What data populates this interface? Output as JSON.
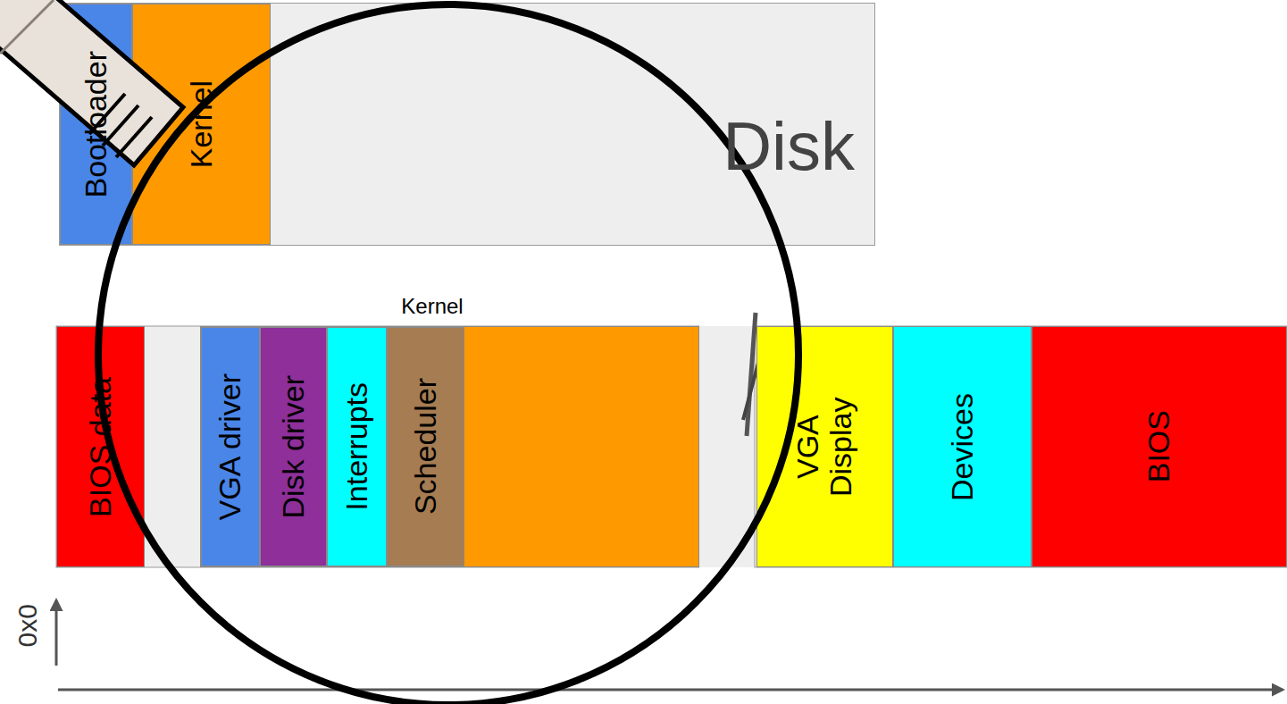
{
  "diagram": {
    "nodes": [
      {
        "text": [
          "Disk"
        ]
      },
      {
        "text": [
          "Bootloader"
        ],
        "in": 0
      },
      {
        "text": [
          "Kernel"
        ],
        "in": 0
      },
      {
        "text": [
          "BIOS data"
        ]
      },
      {
        "text": [
          "Kernel"
        ]
      },
      {
        "text": [
          "VGA driver"
        ],
        "in": 4
      },
      {
        "text": [
          "Disk driver"
        ],
        "in": 4
      },
      {
        "text": [
          "Interrupts"
        ],
        "in": 4
      },
      {
        "text": [
          "Scheduler"
        ],
        "in": 4
      },
      {
        "text": [
          "VGA Display"
        ]
      },
      {
        "text": [
          "Devices"
        ]
      },
      {
        "text": [
          "BIOS"
        ]
      }
    ],
    "labels": [
      "0x0"
    ]
  }
}
